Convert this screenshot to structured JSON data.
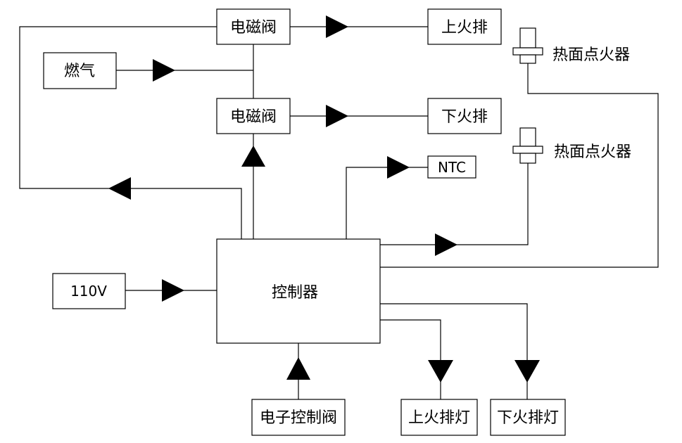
{
  "nodes": {
    "solenoid_top": "电磁阀",
    "solenoid_mid": "电磁阀",
    "gas": "燃气",
    "upper_burner": "上火排",
    "lower_burner": "下火排",
    "ntc": "NTC",
    "igniter_top": "热面点火器",
    "igniter_bottom": "热面点火器",
    "power": "110V",
    "controller": "控制器",
    "electronic_valve": "电子控制阀",
    "upper_lamp": "上火排灯",
    "lower_lamp": "下火排灯"
  }
}
